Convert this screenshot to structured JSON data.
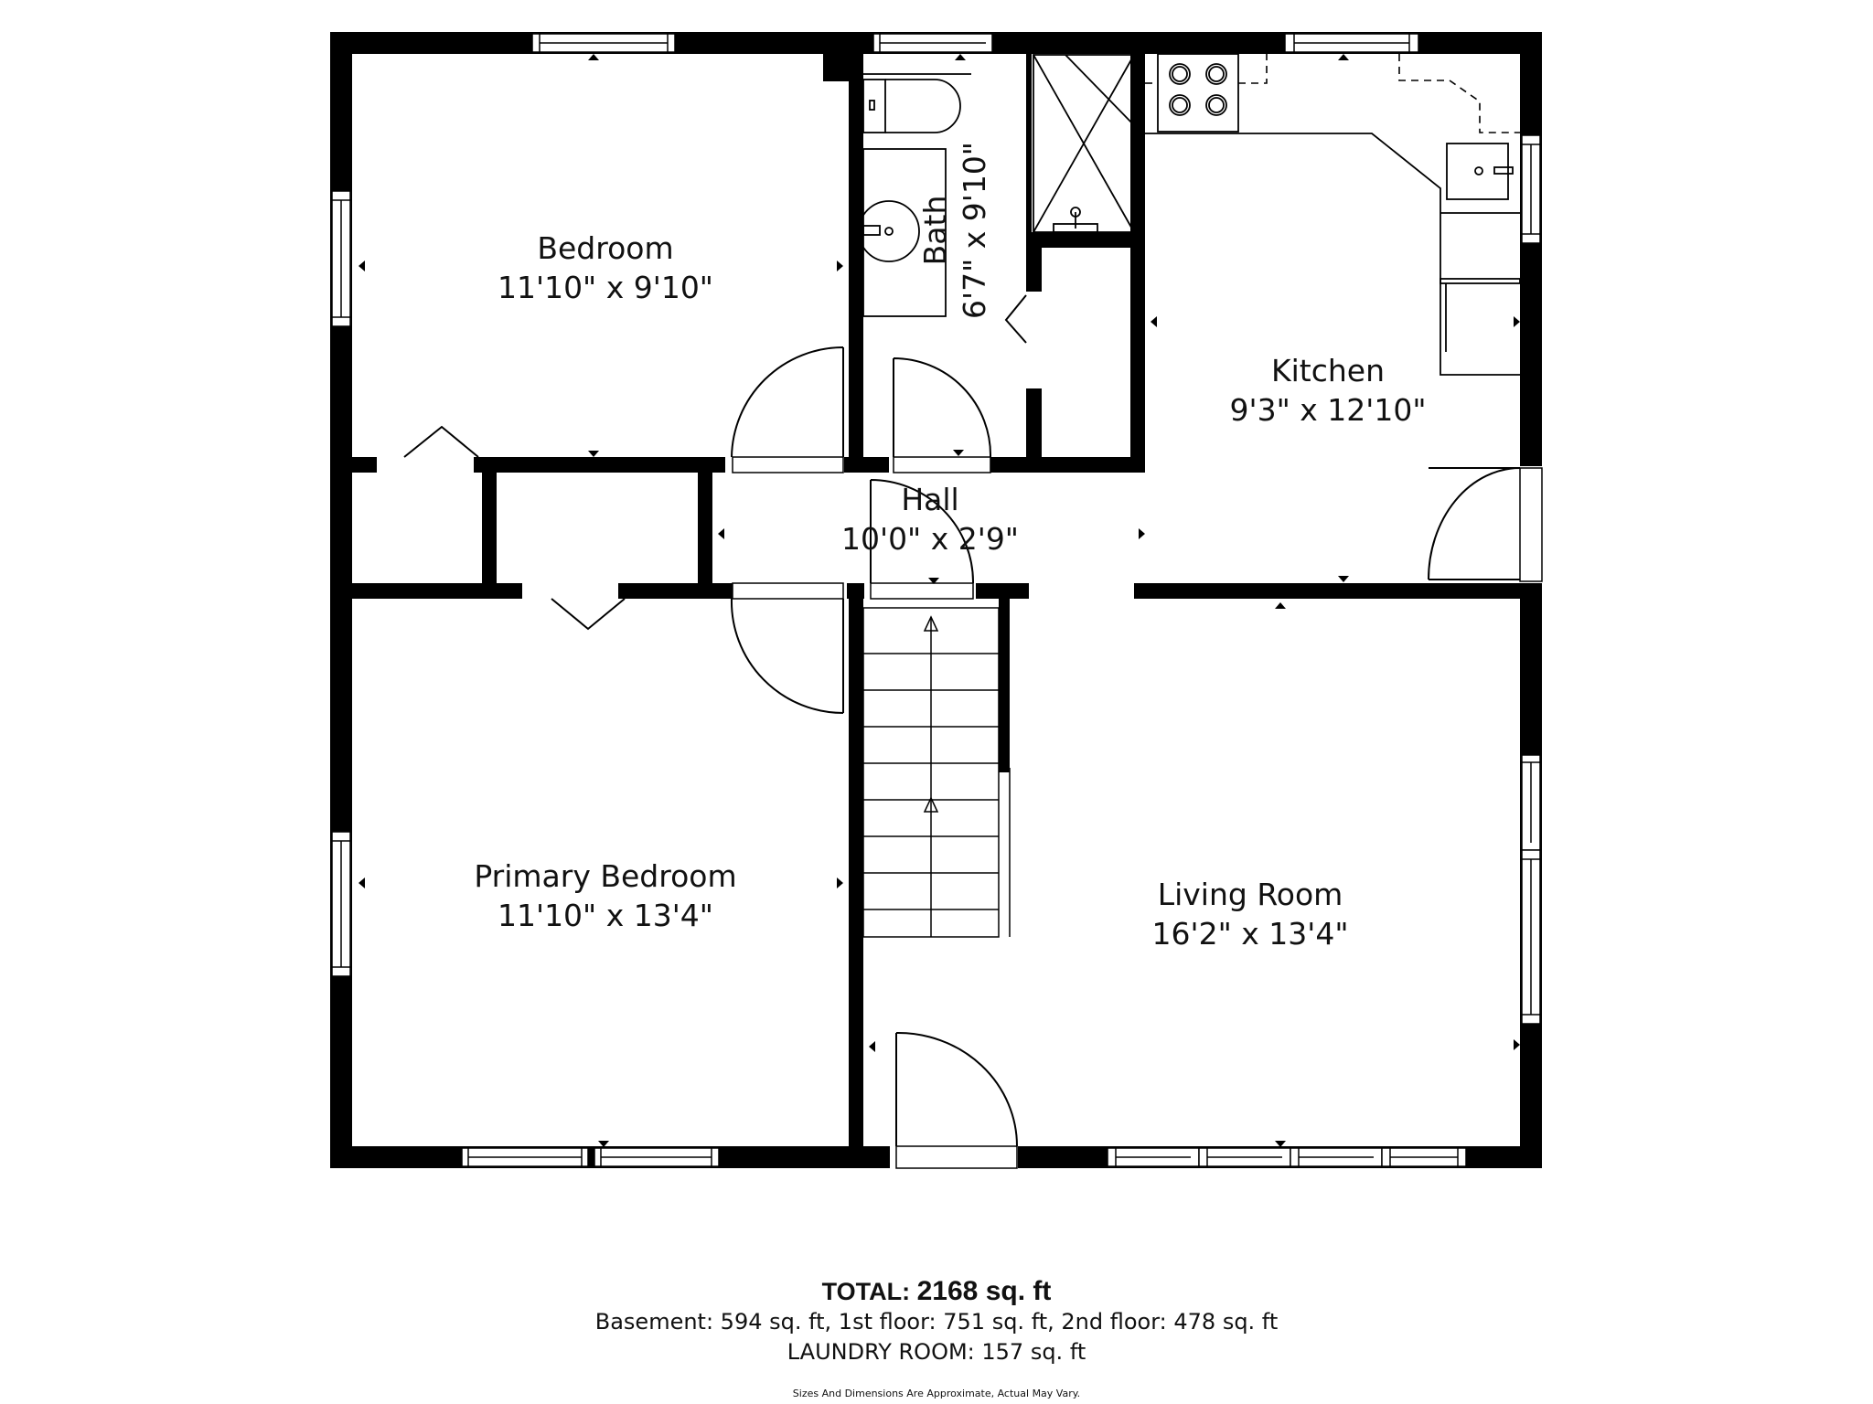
{
  "plan": {
    "floor": "2nd floor",
    "colors": {
      "wall": "#000000",
      "background": "#ffffff",
      "fixture_line": "#000000"
    },
    "rooms": [
      {
        "id": "bedroom",
        "name": "Bedroom",
        "dimensions": "11'10\" x 9'10\""
      },
      {
        "id": "bath",
        "name": "Bath",
        "dimensions": "6'7\" x 9'10\""
      },
      {
        "id": "kitchen",
        "name": "Kitchen",
        "dimensions": "9'3\" x 12'10\""
      },
      {
        "id": "hall",
        "name": "Hall",
        "dimensions": "10'0\" x 2'9\""
      },
      {
        "id": "primary_bedroom",
        "name": "Primary Bedroom",
        "dimensions": "11'10\" x 13'4\""
      },
      {
        "id": "living_room",
        "name": "Living Room",
        "dimensions": "16'2\" x 13'4\""
      }
    ],
    "fixtures": [
      "toilet-icon",
      "sink-icon",
      "shower-icon",
      "stove-icon",
      "kitchen-sink-icon",
      "stairs-icon",
      "closet-door-icon",
      "door-swing-icon",
      "window-icon"
    ]
  },
  "footer": {
    "total_label": "TOTAL:",
    "total_value": "2168 sq. ft",
    "breakdown": "Basement: 594 sq. ft, 1st floor: 751 sq. ft, 2nd floor: 478 sq. ft",
    "laundry": "LAUNDRY ROOM: 157 sq. ft",
    "disclaimer": "Sizes And Dimensions Are Approximate, Actual May Vary."
  }
}
